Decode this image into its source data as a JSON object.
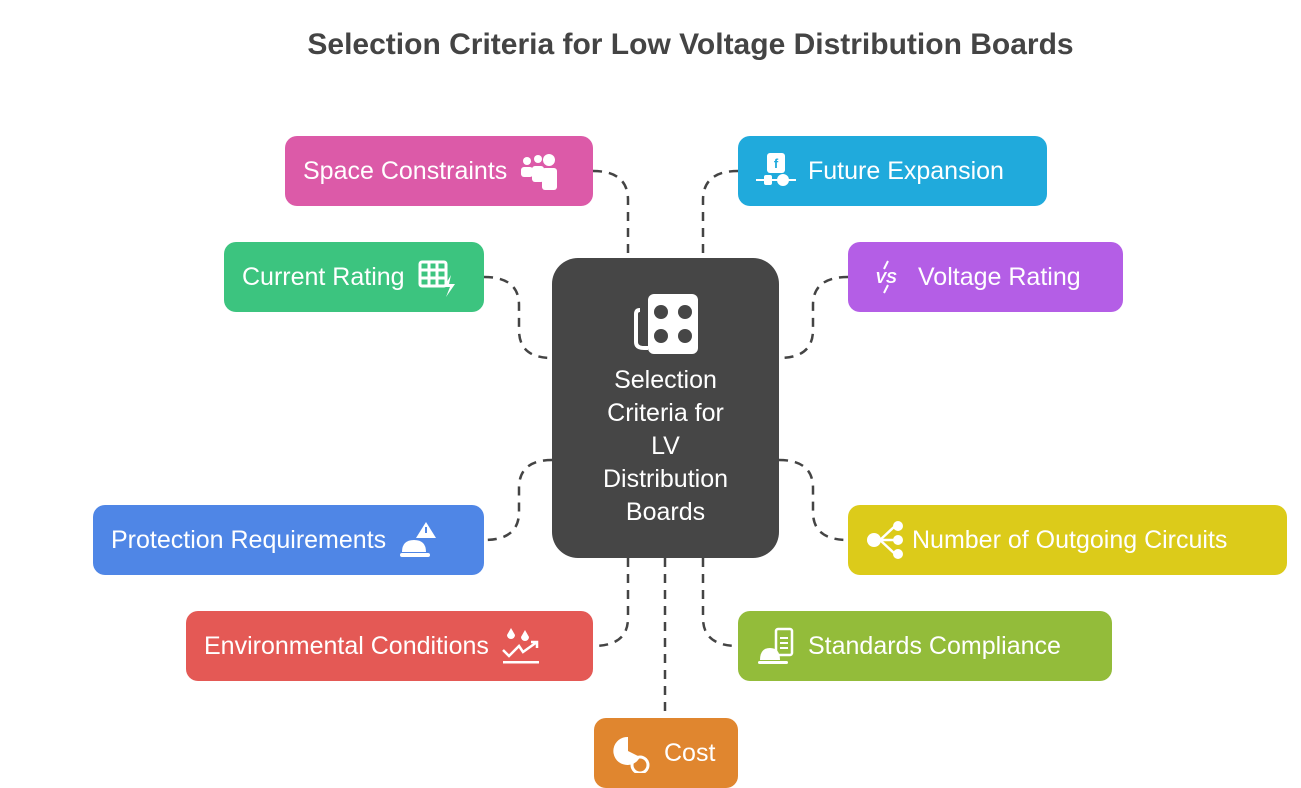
{
  "title": "Selection Criteria for Low Voltage Distribution Boards",
  "center": {
    "label_lines": [
      "Selection",
      "Criteria for",
      "LV",
      "Distribution",
      "Boards"
    ],
    "icon": "power-board-icon"
  },
  "nodes": [
    {
      "label": "Space Constraints",
      "color": "#dc5aa8",
      "icon": "people-icon"
    },
    {
      "label": "Future Expansion",
      "color": "#20aadc",
      "icon": "plug-icon"
    },
    {
      "label": "Current Rating",
      "color": "#3cc47f",
      "icon": "table-bolt-icon"
    },
    {
      "label": "Voltage Rating",
      "color": "#b45ee6",
      "icon": "vs-icon"
    },
    {
      "label": "Protection Requirements",
      "color": "#4f86e6",
      "icon": "hardhat-warning-icon"
    },
    {
      "label": "Number of Outgoing Circuits",
      "color": "#dccb1a",
      "icon": "branch-icon"
    },
    {
      "label": "Environmental Conditions",
      "color": "#e45955",
      "icon": "weather-trend-icon"
    },
    {
      "label": "Standards Compliance",
      "color": "#93bc3a",
      "icon": "hardhat-clipboard-icon"
    },
    {
      "label": "Cost",
      "color": "#e0862f",
      "icon": "pie-coin-icon"
    }
  ]
}
